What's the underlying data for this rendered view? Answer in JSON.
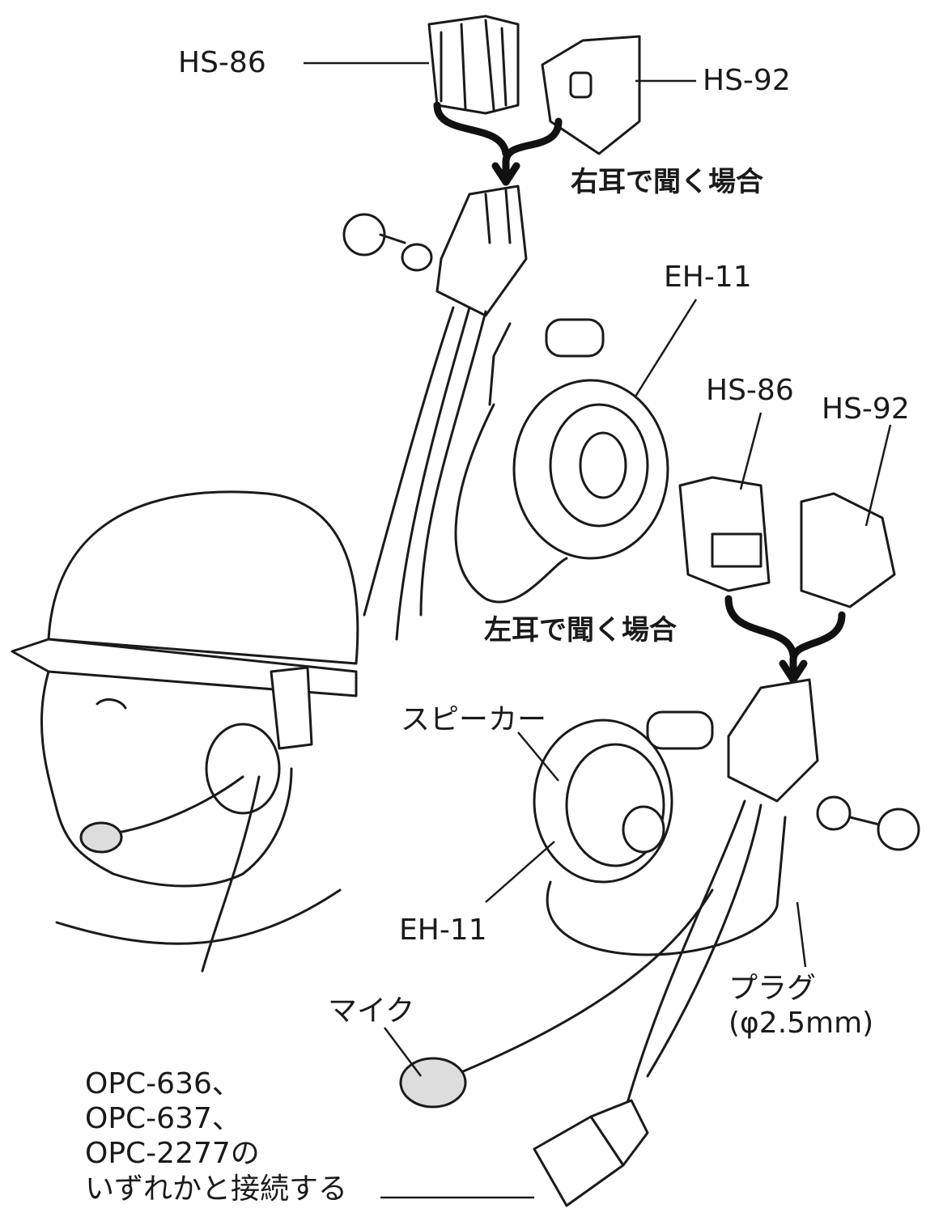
{
  "labels": {
    "hs86_top": "HS-86",
    "hs92_top": "HS-92",
    "right_ear": "右耳で聞く場合",
    "eh11_top": "EH-11",
    "hs86_right": "HS-86",
    "hs92_right": "HS-92",
    "left_ear": "左耳で聞く場合",
    "speaker": "スピーカー",
    "eh11_bottom": "EH-11",
    "mic": "マイク",
    "plug": "プラグ\n(φ2.5mm)",
    "connect": "OPC-636、\nOPC-637、\nOPC-2277の\nいずれかと接続する"
  },
  "colors": {
    "ink": "#1a1a1a",
    "background": "#ffffff"
  }
}
